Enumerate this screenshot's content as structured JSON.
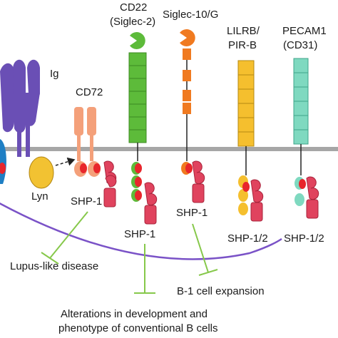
{
  "labels": {
    "ig": "Ig",
    "cd72": "CD72",
    "cd22_line1": "CD22",
    "cd22_line2": "(Siglec-2)",
    "siglec10": "Siglec-10/G",
    "lilrb_line1": "LILRB/",
    "lilrb_line2": "PIR-B",
    "pecam_line1": "PECAM1",
    "pecam_line2": "(CD31)",
    "lyn": "Lyn",
    "shp1_cd72": "SHP-1",
    "shp1_cd22": "SHP-1",
    "shp1_siglec": "SHP-1",
    "shp12_lilrb": "SHP-1/2",
    "shp12_pecam": "SHP-1/2",
    "lupus": "Lupus-like disease",
    "b1": "B-1 cell expansion",
    "alter_line1": "Alterations in development and",
    "alter_line2": "phenotype of conventional B cells"
  },
  "colors": {
    "ig": "#6a4fb5",
    "bcr_blue": "#1f7fc4",
    "cd72": "#f4a07a",
    "cd22": "#5dbb3a",
    "siglec": "#f07a20",
    "lilrb": "#f5bf2e",
    "pecam": "#7fd9c0",
    "shp": "#e0435e",
    "lyn": "#f2c232",
    "membrane": "#a6a6a6",
    "inhibition": "#86c84a",
    "arc": "#7a52c7",
    "itim": "#e8262c"
  }
}
